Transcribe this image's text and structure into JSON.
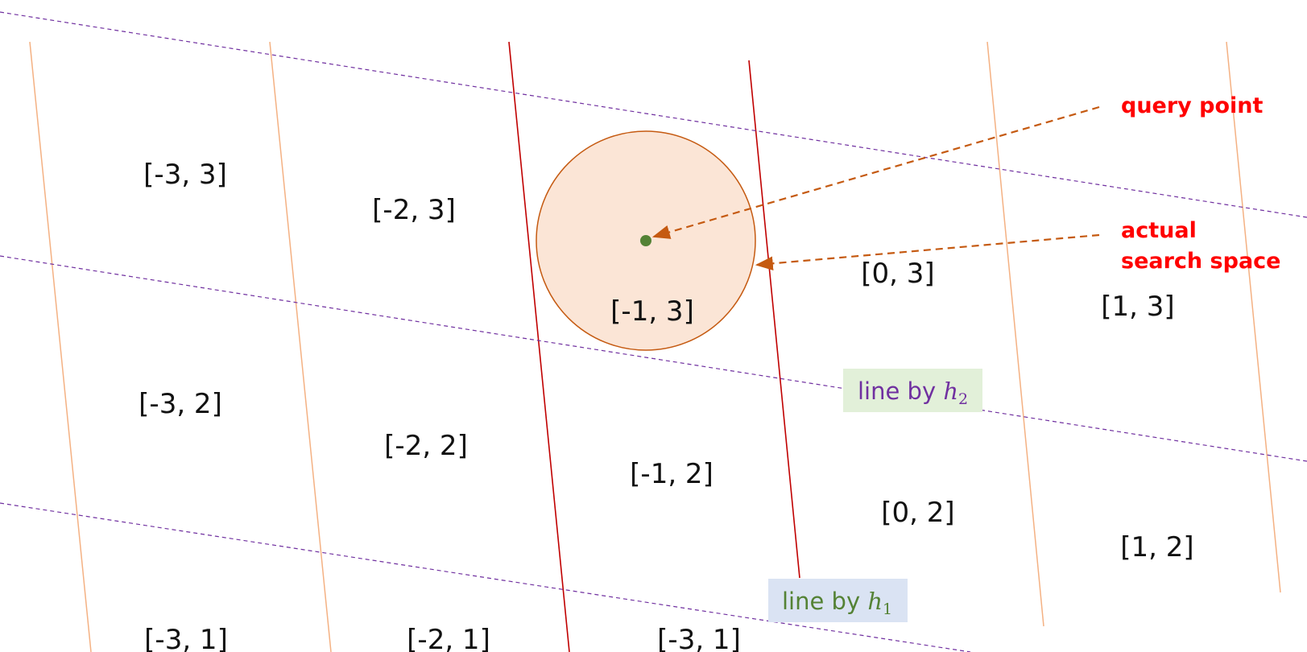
{
  "colors": {
    "h1_lines_outer": "#f4b183",
    "h1_lines_inner": "#c00000",
    "h2_lines": "#7030a0",
    "circle_fill": "#fbe5d6",
    "circle_stroke": "#c55a11",
    "query_point": "#548235",
    "arrow": "#c55a11",
    "annotation_text": "#ff0000",
    "tag_h2_bg": "#e2f0d9",
    "tag_h1_bg": "#dae3f3",
    "tag_h2_text": "#7030a0",
    "tag_h1_text": "#548235"
  },
  "cells": [
    {
      "label": "[-3, 3]"
    },
    {
      "label": "[-2, 3]"
    },
    {
      "label": "[-1, 3]"
    },
    {
      "label": "[0, 3]"
    },
    {
      "label": "[1, 3]"
    },
    {
      "label": "[-3, 2]"
    },
    {
      "label": "[-2, 2]"
    },
    {
      "label": "[-1, 2]"
    },
    {
      "label": "[0, 2]"
    },
    {
      "label": "[1, 2]"
    },
    {
      "label": "[-3, 1]"
    },
    {
      "label": "[-2, 1]"
    },
    {
      "label": "[-3, 1]"
    }
  ],
  "annotations": {
    "query_point": "query point",
    "search_space_line1": "actual",
    "search_space_line2": "search space"
  },
  "tags": {
    "h2": {
      "prefix": "line by ",
      "var": "h",
      "sub": "2"
    },
    "h1": {
      "prefix": "line by ",
      "var": "h",
      "sub": "1"
    }
  }
}
